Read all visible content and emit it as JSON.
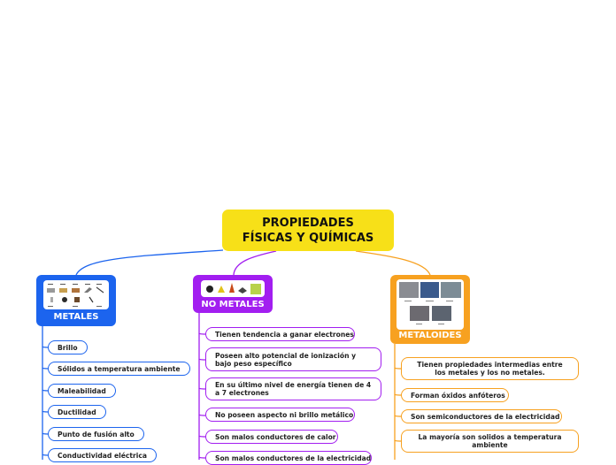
{
  "root": {
    "line1": "PROPIEDADES",
    "line2": "FÍSICAS Y QUÍMICAS"
  },
  "metales": {
    "title": "METALES",
    "color": "#1c64ee",
    "items": [
      "Brillo",
      "Sólidos a temperatura ambiente",
      "Maleabilidad",
      "Ductilidad",
      "Punto de fusión alto",
      "Conductividad eléctrica"
    ]
  },
  "no_metales": {
    "title": "NO METALES",
    "color": "#a21ef0",
    "items": [
      [
        "Tienen tendencia a ganar electrones"
      ],
      [
        "Poseen alto potencial de ionización y",
        "bajo peso específico"
      ],
      [
        "En su último nivel de energía tienen de 4",
        "a 7 electrones"
      ],
      [
        "No poseen aspecto ni brillo metálico"
      ],
      [
        "Son malos conductores de calor"
      ],
      [
        "Son malos conductores de la electricidad"
      ]
    ]
  },
  "metaloides": {
    "title": "METALOIDES",
    "color": "#f7a120",
    "items": [
      [
        "Tienen propiedades intermedias entre",
        "los metales y los no metales."
      ],
      [
        "Forman óxidos anfóteros"
      ],
      [
        "Son semiconductores de la electricidad"
      ],
      [
        "La mayoría son solidos a temperatura",
        "ambiente"
      ]
    ]
  }
}
